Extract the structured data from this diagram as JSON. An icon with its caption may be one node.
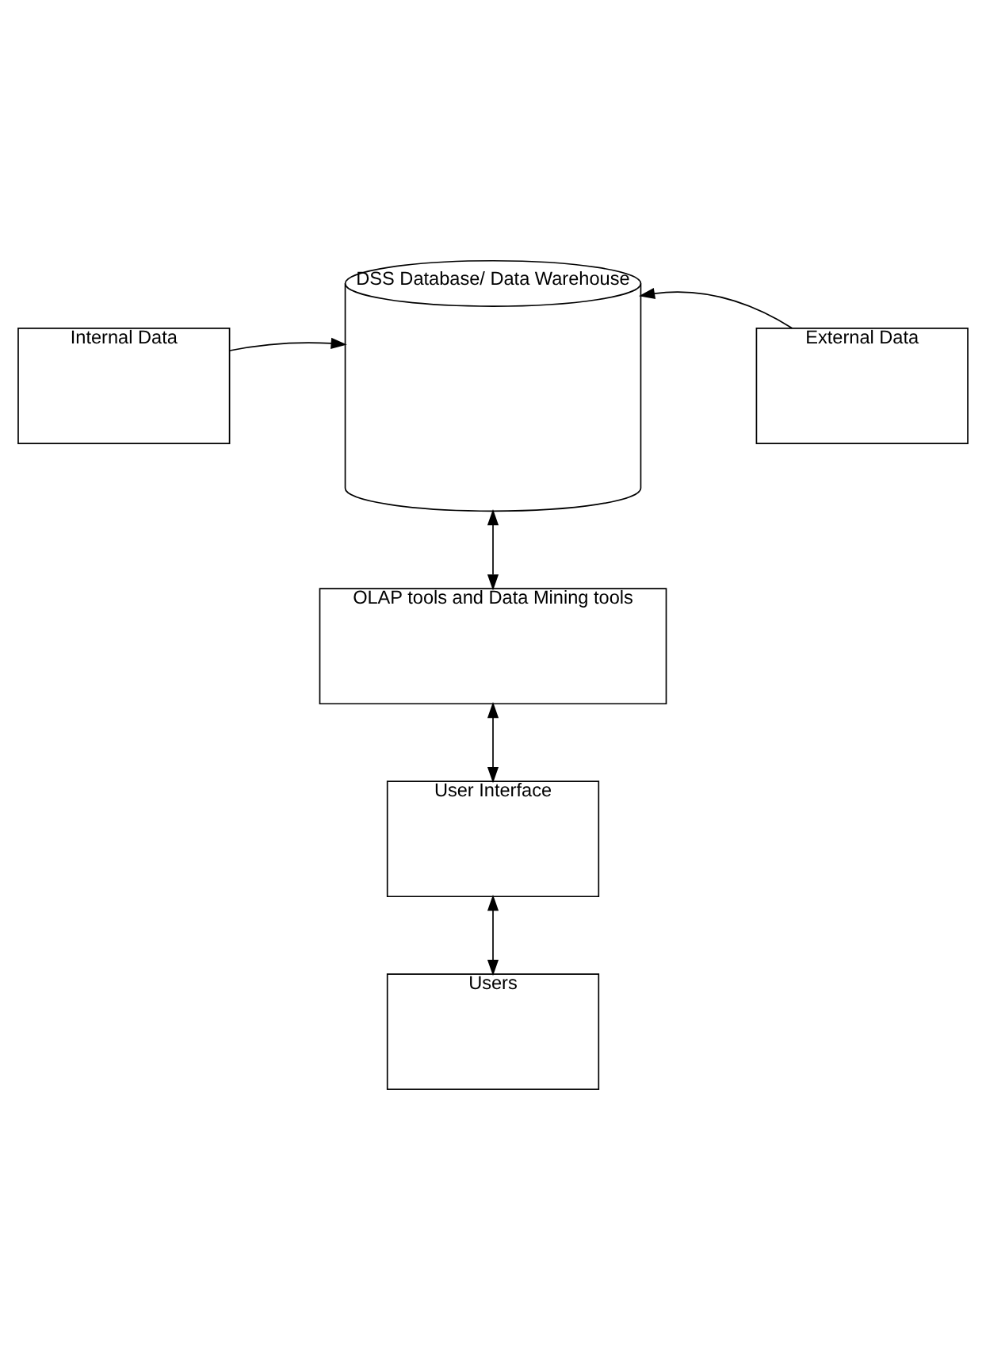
{
  "diagram": {
    "nodes": [
      {
        "text": [
          "Internal Data"
        ]
      },
      {
        "text": [
          "DSS Database/ Data Warehouse"
        ]
      },
      {
        "text": [
          "External Data"
        ]
      },
      {
        "text": [
          "OLAP tools and Data Mining tools"
        ]
      },
      {
        "text": [
          "User Interface"
        ]
      },
      {
        "text": [
          "Users"
        ]
      }
    ],
    "edges": [
      {
        "from": 0,
        "to": 1,
        "arrow": "to"
      },
      {
        "from": 2,
        "to": 1,
        "arrow": "to"
      },
      {
        "from": 1,
        "to": 3,
        "arrow": "both"
      },
      {
        "from": 3,
        "to": 4,
        "arrow": "both"
      },
      {
        "from": 4,
        "to": 5,
        "arrow": "both"
      }
    ]
  }
}
